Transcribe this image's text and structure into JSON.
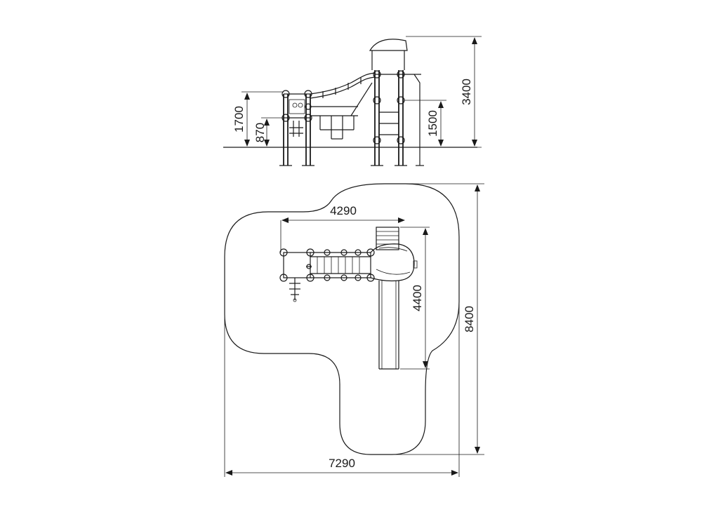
{
  "drawing": {
    "dimensions": {
      "side_height_total": "3400",
      "side_height_platform_high": "1700",
      "side_height_platform_low": "870",
      "side_height_slide_platform": "1500",
      "plan_width_structure": "4290",
      "plan_depth_slide": "4400",
      "plan_depth_zone": "8400",
      "plan_width_zone": "7290"
    },
    "colors": {
      "line": "#1a1a1a",
      "background": "#ffffff"
    }
  }
}
